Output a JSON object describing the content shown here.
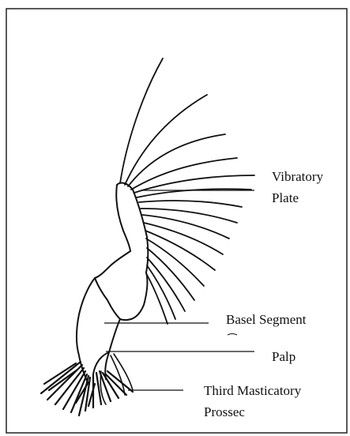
{
  "labels": {
    "vibratory_line1": "Vibratory",
    "vibratory_line2": "Plate",
    "basal": "Basel Segment",
    "palp": "Palp",
    "masticatory_line1": "Third Masticatory",
    "masticatory_line2": "Prossec"
  },
  "colors": {
    "ink": "#111111",
    "border": "#222222",
    "background": "#ffffff"
  }
}
